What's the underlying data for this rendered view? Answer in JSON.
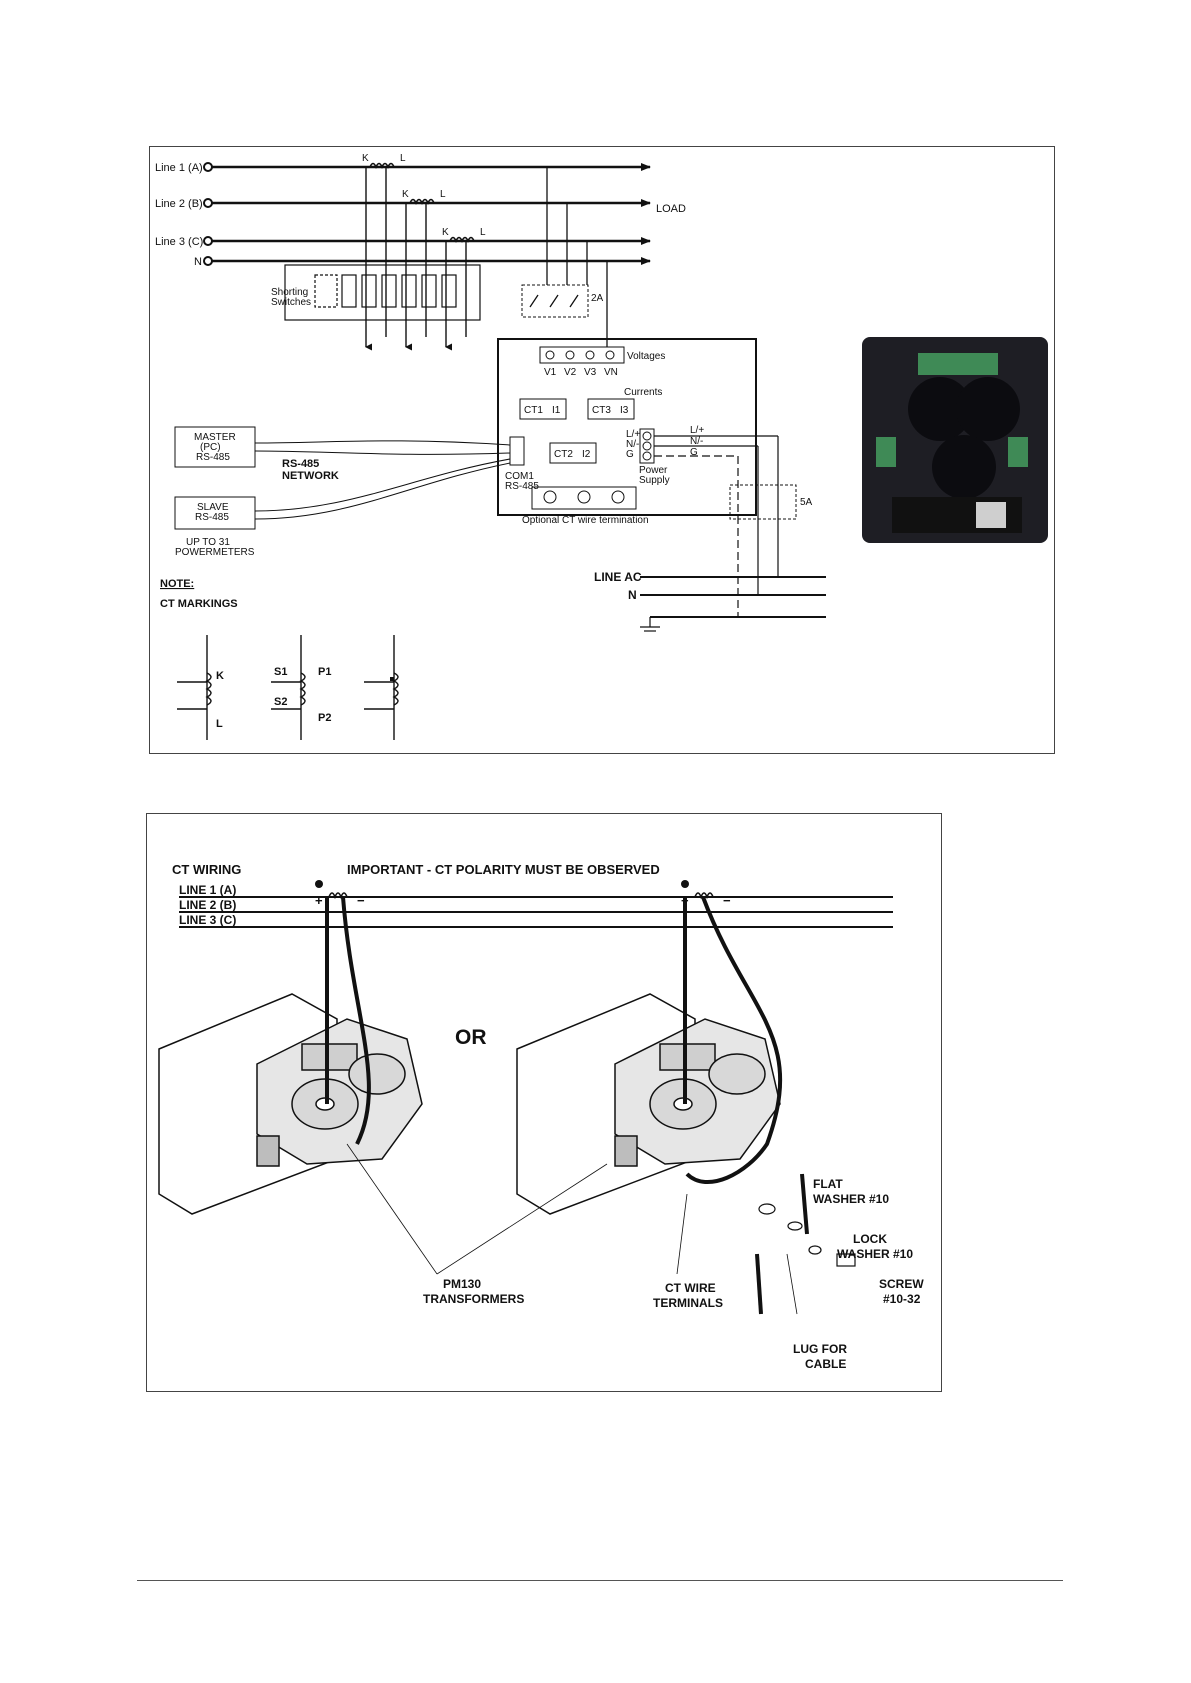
{
  "wiring_diagram": {
    "lines": [
      "Line 1 (A)",
      "Line 2 (B)",
      "Line 3 (C)",
      "N"
    ],
    "load": "LOAD",
    "ct_k": "K",
    "ct_l": "L",
    "shorting_switches": [
      "Shorting",
      "Switches"
    ],
    "fuse_2a": "2A",
    "fuse_5a": "5A",
    "voltages_title": "Voltages",
    "voltage_terms": [
      "V1",
      "V2",
      "V3",
      "VN"
    ],
    "currents_title": "Currents",
    "ct_labels": [
      "CT1",
      "CT3",
      "CT2"
    ],
    "i_labels": [
      "I1",
      "I3",
      "I2"
    ],
    "master": [
      "MASTER",
      "(PC)",
      "RS-485"
    ],
    "slave": [
      "SLAVE",
      "RS-485"
    ],
    "network": [
      "RS-485",
      "NETWORK"
    ],
    "up_to": [
      "UP TO 31",
      "POWERMETERS"
    ],
    "com_label": [
      "COM1",
      "RS-485"
    ],
    "ps_terms": [
      "L/+",
      "N/-",
      "G"
    ],
    "ps_label": [
      "Power",
      "Supply"
    ],
    "optional_ct": "Optional CT wire termination",
    "line_ac": "LINE AC",
    "line_n": "N",
    "note": "NOTE:",
    "ct_markings": "CT MARKINGS",
    "marking_labels": {
      "k": "K",
      "l": "L",
      "s1": "S1",
      "s2": "S2",
      "p1": "P1",
      "p2": "P2"
    }
  },
  "ct_wiring": {
    "title": "CT WIRING",
    "important": "IMPORTANT - CT POLARITY MUST BE OBSERVED",
    "lines": [
      "LINE 1 (A)",
      "LINE 2 (B)",
      "LINE 3 (C)"
    ],
    "or": "OR",
    "pm130": [
      "PM130",
      "TRANSFORMERS"
    ],
    "ct_terminals": [
      "CT WIRE",
      "TERMINALS"
    ],
    "flat_washer": [
      "FLAT",
      "WASHER #10"
    ],
    "lock_washer": [
      "LOCK",
      "WASHER #10"
    ],
    "screw": [
      "SCREW",
      "#10-32"
    ],
    "lug": [
      "LUG FOR",
      "CABLE"
    ],
    "plus": "+",
    "minus": "−"
  }
}
